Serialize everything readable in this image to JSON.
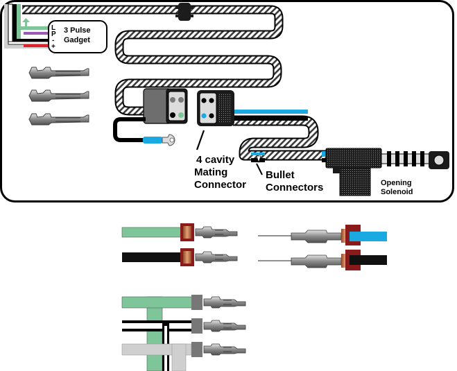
{
  "labels": {
    "gadget_line1": "3 Pulse",
    "gadget_line2": "Gadget",
    "pin_l": "L",
    "pin_p": "P",
    "pin_minus": "-",
    "pin_plus": "+",
    "cavity_line1": "4 cavity",
    "cavity_line2": "Mating",
    "cavity_line3": "Connector",
    "bullet_line1": "Bullet",
    "bullet_line2": "Connectors",
    "solenoid_line1": "Opening",
    "solenoid_line2": "Solenoid"
  },
  "colors": {
    "green_wire": "#7fc59a",
    "purple_wire": "#9b59b6",
    "red_wire": "#e0202a",
    "black_wire": "#111111",
    "blue_wire": "#1aa9e1",
    "white_wire": "#ffffff",
    "gray_wire": "#cfcfcf",
    "crimp_red": "#8b1a1a",
    "terminal_gray": "#8a8a8a"
  }
}
